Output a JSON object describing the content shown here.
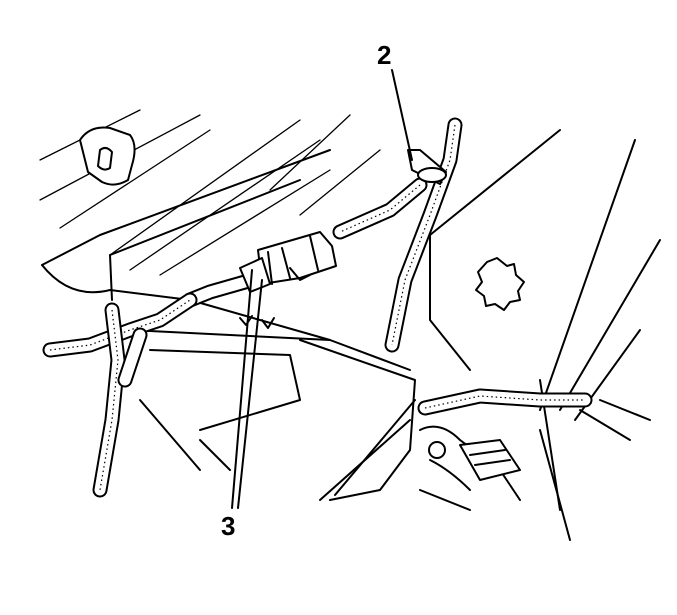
{
  "diagram": {
    "callouts": [
      {
        "id": "2",
        "label": "2"
      },
      {
        "id": "3",
        "label": "3"
      }
    ],
    "colors": {
      "ink": "#000000",
      "paper": "#ffffff"
    }
  }
}
